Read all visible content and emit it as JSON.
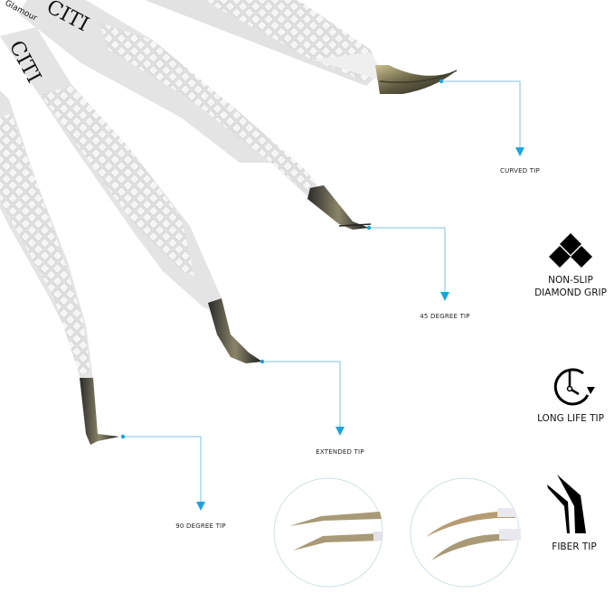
{
  "brand": {
    "name_large": "CITI",
    "name_small": "Glamour"
  },
  "callouts": [
    {
      "id": "curved",
      "label": "CURVED TIP"
    },
    {
      "id": "45",
      "label": "45 DEGREE TIP"
    },
    {
      "id": "extended",
      "label": "EXTENDED TIP"
    },
    {
      "id": "90",
      "label": "90 DEGREE TIP"
    }
  ],
  "features": [
    {
      "icon": "diamond-grip-icon",
      "line1": "NON-SLIP",
      "line2": "DIAMOND GRIP"
    },
    {
      "icon": "clock-refresh-icon",
      "line1": "LONG LIFE TIP",
      "line2": ""
    },
    {
      "icon": "fiber-tip-icon",
      "line1": "FIBER TIP",
      "line2": ""
    }
  ],
  "colors": {
    "callout_line": "#7fc3de",
    "callout_arrow": "#1ba3dc",
    "handle": "#e6e6e6",
    "tip_metal": "#6b6548",
    "circle_border": "#cfe0e6"
  }
}
